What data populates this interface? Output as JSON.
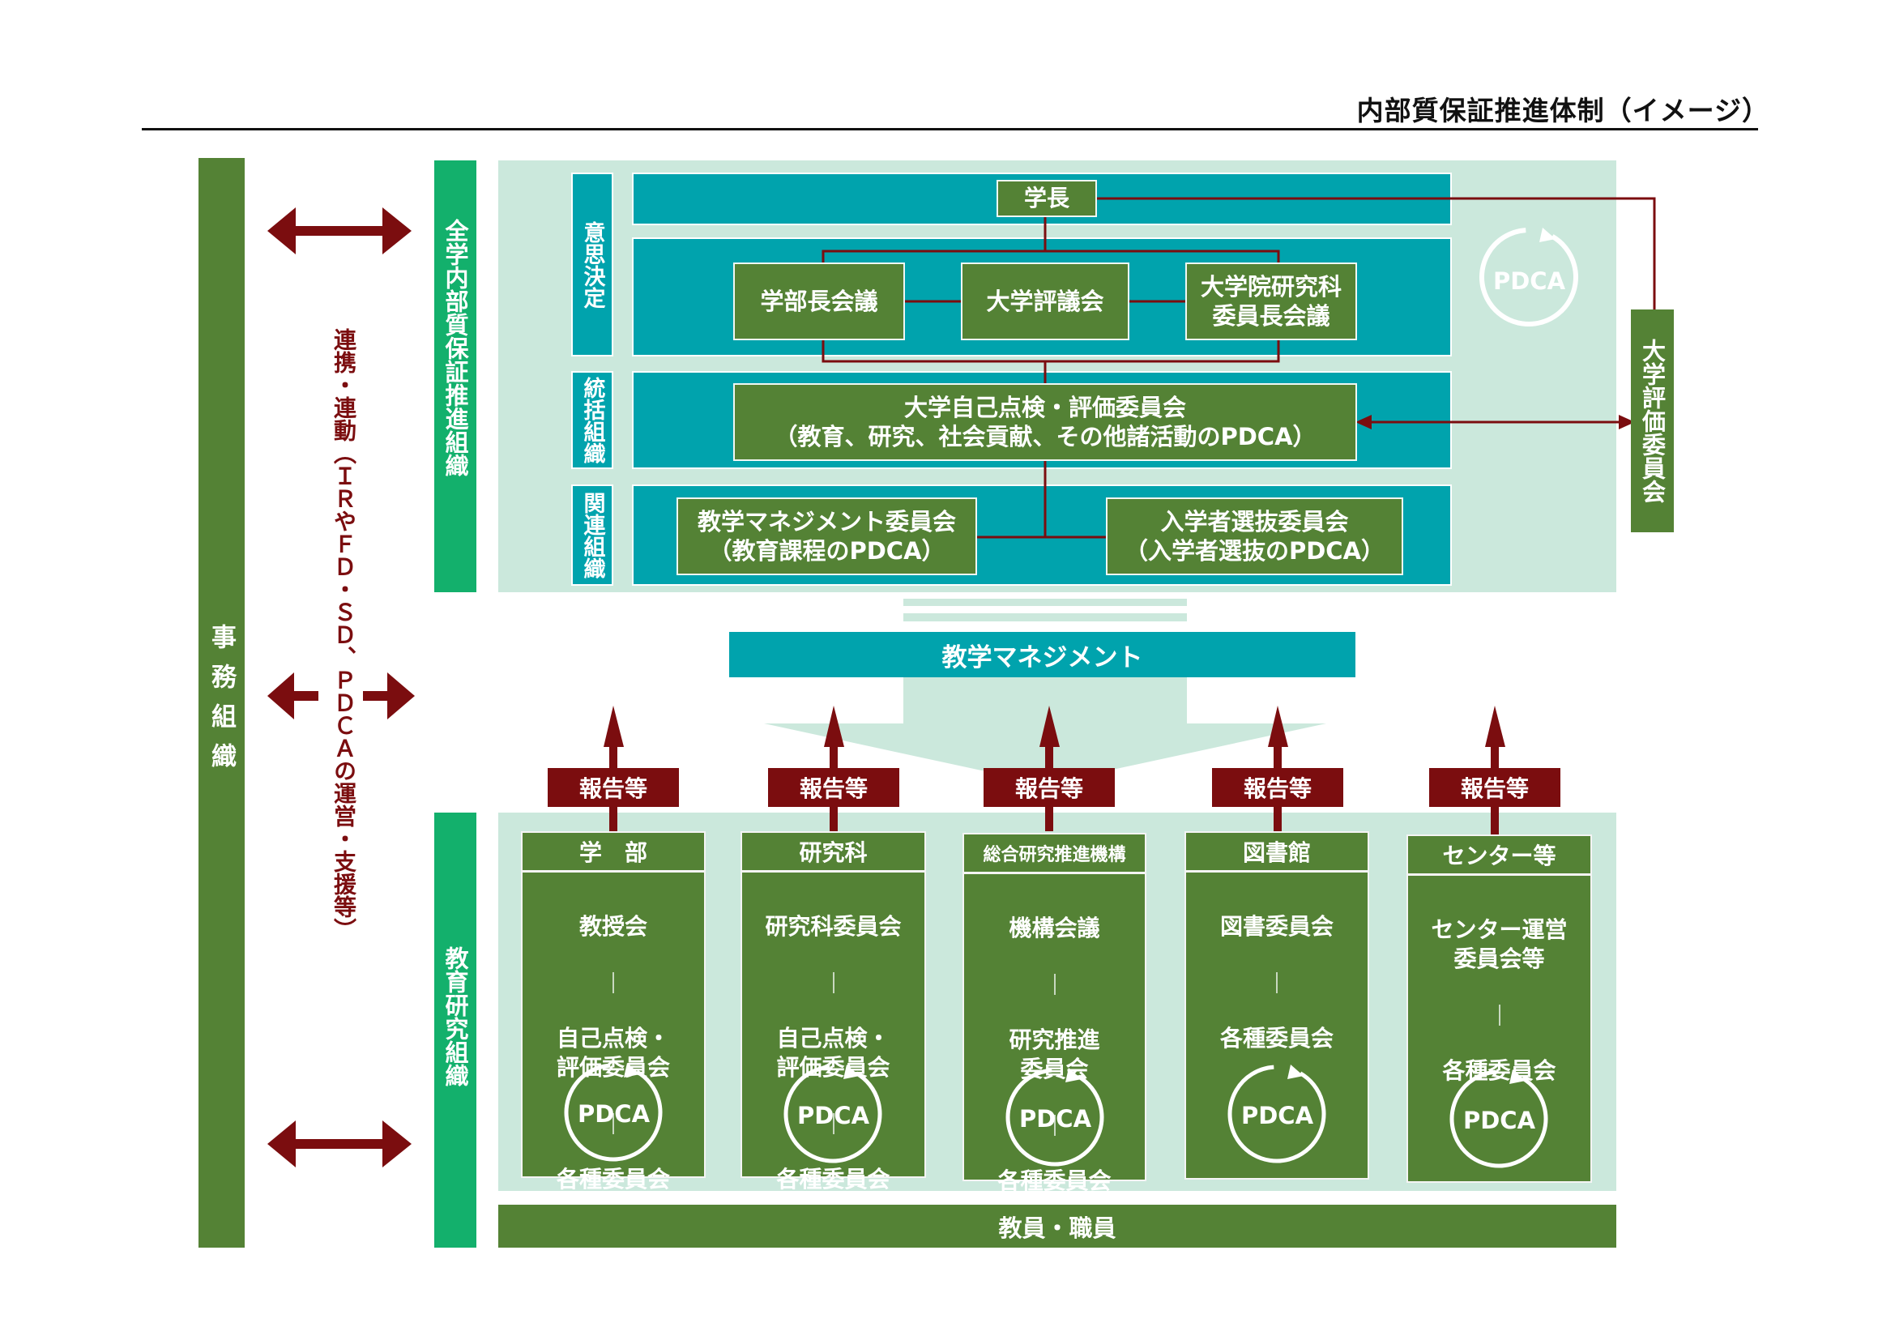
{
  "title": "内部質保証推進体制（イメージ）",
  "left": {
    "admin_org": "事務組織",
    "collab_label": "連携・連動（ＩＲやＦＤ・ＳＤ、ＰＤＣＡの運営・支援等）"
  },
  "top_section": {
    "label": "全学内部質保証推進組織",
    "rows": [
      "意思決定",
      "統括組織",
      "関連組織"
    ],
    "president": "学長",
    "councils": [
      "学部長会議",
      "大学評議会",
      "大学院研究科\n委員長会議"
    ],
    "self_eval": [
      "大学自己点検・評価委員会",
      "（教育、研究、社会貢献、その他諸活動のPDCA）"
    ],
    "related": [
      [
        "教学マネジメント委員会",
        "（教育課程のPDCA）"
      ],
      [
        "入学者選抜委員会",
        "（入学者選抜のPDCA）"
      ]
    ],
    "pdca": "PDCA",
    "external": "大学評価委員会"
  },
  "management": "教学マネジメント",
  "report_label": "報告等",
  "bottom_section": {
    "label": "教育研究組織",
    "columns": [
      {
        "head": "学　部",
        "items": [
          "教授会",
          "自己点検・\n評価委員会",
          "各種委員会"
        ]
      },
      {
        "head": "研究科",
        "items": [
          "研究科委員会",
          "自己点検・\n評価委員会",
          "各種委員会"
        ]
      },
      {
        "head": "総合研究推進機構",
        "items": [
          "機構会議",
          "研究推進\n委員会",
          "各種委員会"
        ]
      },
      {
        "head": "図書館",
        "items": [
          "図書委員会",
          "各種委員会"
        ]
      },
      {
        "head": "センター等",
        "items": [
          "センター運営\n委員会等",
          "各種委員会"
        ]
      }
    ],
    "pdca": "PDCA",
    "staff": "教員・職員"
  },
  "colors": {
    "green": "#548235",
    "teal": "#00a3ad",
    "maroon": "#7b0d0f",
    "light": "#cbe8dc",
    "bright": "#13b06c"
  }
}
